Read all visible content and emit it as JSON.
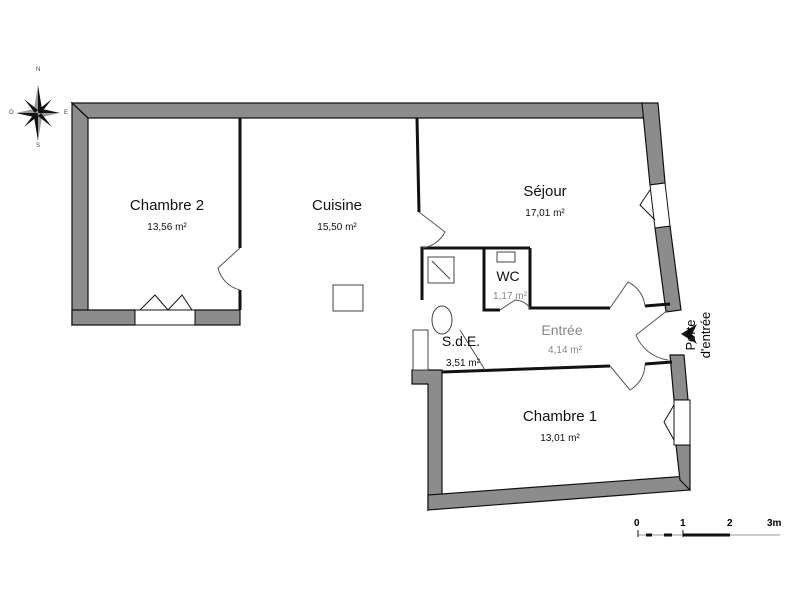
{
  "compass": {
    "north": "N",
    "south": "S",
    "east": "E",
    "west": "O"
  },
  "rooms": [
    {
      "name": "Chambre 2",
      "area": "13,56 m²"
    },
    {
      "name": "Cuisine",
      "area": "15,50 m²"
    },
    {
      "name": "Séjour",
      "area": "17,01 m²"
    },
    {
      "name": "WC",
      "area": "1,17 m²"
    },
    {
      "name": "Entrée",
      "area": "4,14 m²"
    },
    {
      "name": "S.d.E.",
      "area": "3,51 m²"
    },
    {
      "name": "Chambre 1",
      "area": "13,01 m²"
    }
  ],
  "entrance": {
    "label_line1": "Porte",
    "label_line2": "d'entrée"
  },
  "scale_bar": {
    "ticks": [
      "0",
      "1",
      "2",
      "3m"
    ]
  },
  "colors": {
    "wall_fill": "#8c8c8c",
    "wall_line": "#111111",
    "partition": "#111111"
  }
}
